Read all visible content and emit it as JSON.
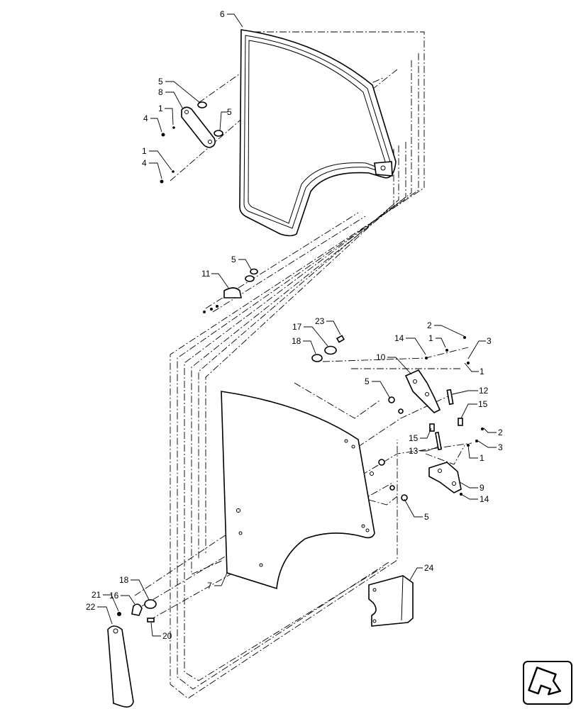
{
  "callouts": [
    {
      "id": "c6",
      "text": "6"
    },
    {
      "id": "c5a",
      "text": "5"
    },
    {
      "id": "c8",
      "text": "8"
    },
    {
      "id": "c1a",
      "text": "1"
    },
    {
      "id": "c5b",
      "text": "5"
    },
    {
      "id": "c4a",
      "text": "4"
    },
    {
      "id": "c1b",
      "text": "1"
    },
    {
      "id": "c4b",
      "text": "4"
    },
    {
      "id": "c5c",
      "text": "5"
    },
    {
      "id": "c11",
      "text": "11"
    },
    {
      "id": "c23",
      "text": "23"
    },
    {
      "id": "c17",
      "text": "17"
    },
    {
      "id": "c18a",
      "text": "18"
    },
    {
      "id": "c2a",
      "text": "2"
    },
    {
      "id": "c14a",
      "text": "14"
    },
    {
      "id": "c1c",
      "text": "1"
    },
    {
      "id": "c3a",
      "text": "3"
    },
    {
      "id": "c10",
      "text": "10"
    },
    {
      "id": "c1d",
      "text": "1"
    },
    {
      "id": "c5d",
      "text": "5"
    },
    {
      "id": "c12",
      "text": "12"
    },
    {
      "id": "c15a",
      "text": "15"
    },
    {
      "id": "c15b",
      "text": "15"
    },
    {
      "id": "c2b",
      "text": "2"
    },
    {
      "id": "c3b",
      "text": "3"
    },
    {
      "id": "c13",
      "text": "13"
    },
    {
      "id": "c1e",
      "text": "1"
    },
    {
      "id": "c9",
      "text": "9"
    },
    {
      "id": "c14b",
      "text": "14"
    },
    {
      "id": "c5e",
      "text": "5"
    },
    {
      "id": "c7",
      "text": "7"
    },
    {
      "id": "c24",
      "text": "24"
    },
    {
      "id": "c18b",
      "text": "18"
    },
    {
      "id": "c21",
      "text": "21"
    },
    {
      "id": "c16",
      "text": "16"
    },
    {
      "id": "c22",
      "text": "22"
    },
    {
      "id": "c20",
      "text": "20"
    }
  ],
  "nav": {
    "icon": "return-arrow-icon"
  }
}
